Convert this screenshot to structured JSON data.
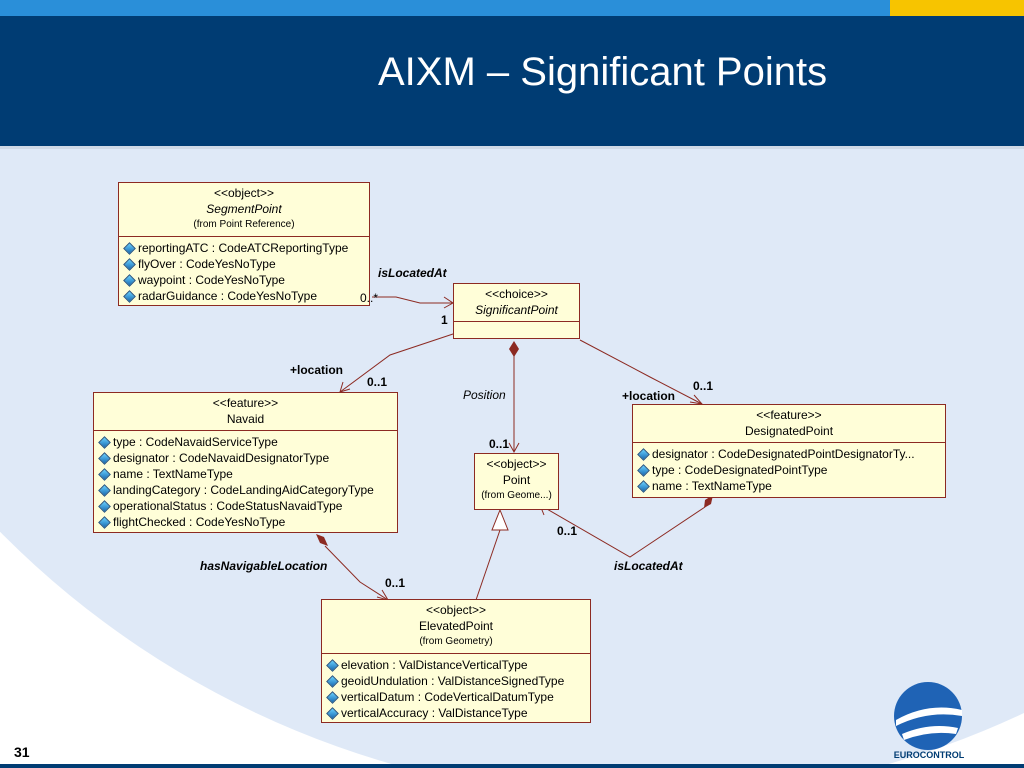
{
  "header": {
    "title": "AIXM – Significant Points"
  },
  "page_number": "31",
  "logo": {
    "text": "EUROCONTROL"
  },
  "classes": {
    "segment_point": {
      "stereotype": "<<object>>",
      "name": "SegmentPoint",
      "from": "(from Point Reference)",
      "attributes": [
        "reportingATC : CodeATCReportingType",
        "flyOver : CodeYesNoType",
        "waypoint : CodeYesNoType",
        "radarGuidance : CodeYesNoType"
      ]
    },
    "significant_point": {
      "stereotype": "<<choice>>",
      "name": "SignificantPoint"
    },
    "navaid": {
      "stereotype": "<<feature>>",
      "name": "Navaid",
      "attributes": [
        "type : CodeNavaidServiceType",
        "designator : CodeNavaidDesignatorType",
        "name : TextNameType",
        "landingCategory : CodeLandingAidCategoryType",
        "operationalStatus : CodeStatusNavaidType",
        "flightChecked : CodeYesNoType"
      ]
    },
    "point": {
      "stereotype": "<<object>>",
      "name": "Point",
      "from": "(from Geome...)"
    },
    "designated_point": {
      "stereotype": "<<feature>>",
      "name": "DesignatedPoint",
      "attributes": [
        "designator : CodeDesignatedPointDesignatorTy...",
        "type : CodeDesignatedPointType",
        "name : TextNameType"
      ]
    },
    "elevated_point": {
      "stereotype": "<<object>>",
      "name": "ElevatedPoint",
      "from": "(from Geometry)",
      "attributes": [
        "elevation : ValDistanceVerticalType",
        "geoidUndulation : ValDistanceSignedType",
        "verticalDatum : CodeVerticalDatumType",
        "verticalAccuracy : ValDistanceType"
      ]
    }
  },
  "labels": {
    "is_located_at_top": "isLocatedAt",
    "mult_zero_star": "0..*",
    "mult_one": "1",
    "location_left": "+location",
    "mult_navaid": "0..1",
    "position": "Position",
    "mult_point": "0..1",
    "location_right": "+location",
    "mult_designated": "0..1",
    "mult_point_right": "0..1",
    "is_located_at_bottom": "isLocatedAt",
    "has_navigable_location": "hasNavigableLocation",
    "mult_elevated": "0..1"
  }
}
